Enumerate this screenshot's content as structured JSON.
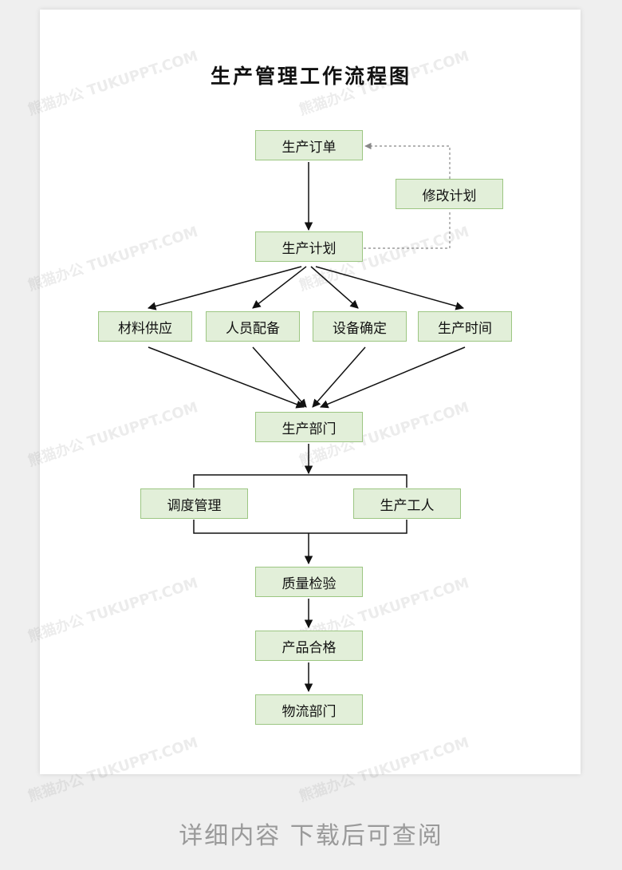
{
  "title": "生产管理工作流程图",
  "footer": "详细内容 下载后可查阅",
  "watermark": "熊猫办公 TUKUPPT.COM",
  "colors": {
    "node_fill": "#e2efd9",
    "node_border": "#9cc682",
    "line": "#111111",
    "dashed": "#888888"
  },
  "nodes": {
    "production_order": "生产订单",
    "revise_plan": "修改计划",
    "production_plan": "生产计划",
    "materials": "材料供应",
    "staffing": "人员配备",
    "equipment": "设备确定",
    "schedule": "生产时间",
    "production_dept": "生产部门",
    "dispatch": "调度管理",
    "workers": "生产工人",
    "quality": "质量检验",
    "qualified": "产品合格",
    "logistics": "物流部门"
  }
}
